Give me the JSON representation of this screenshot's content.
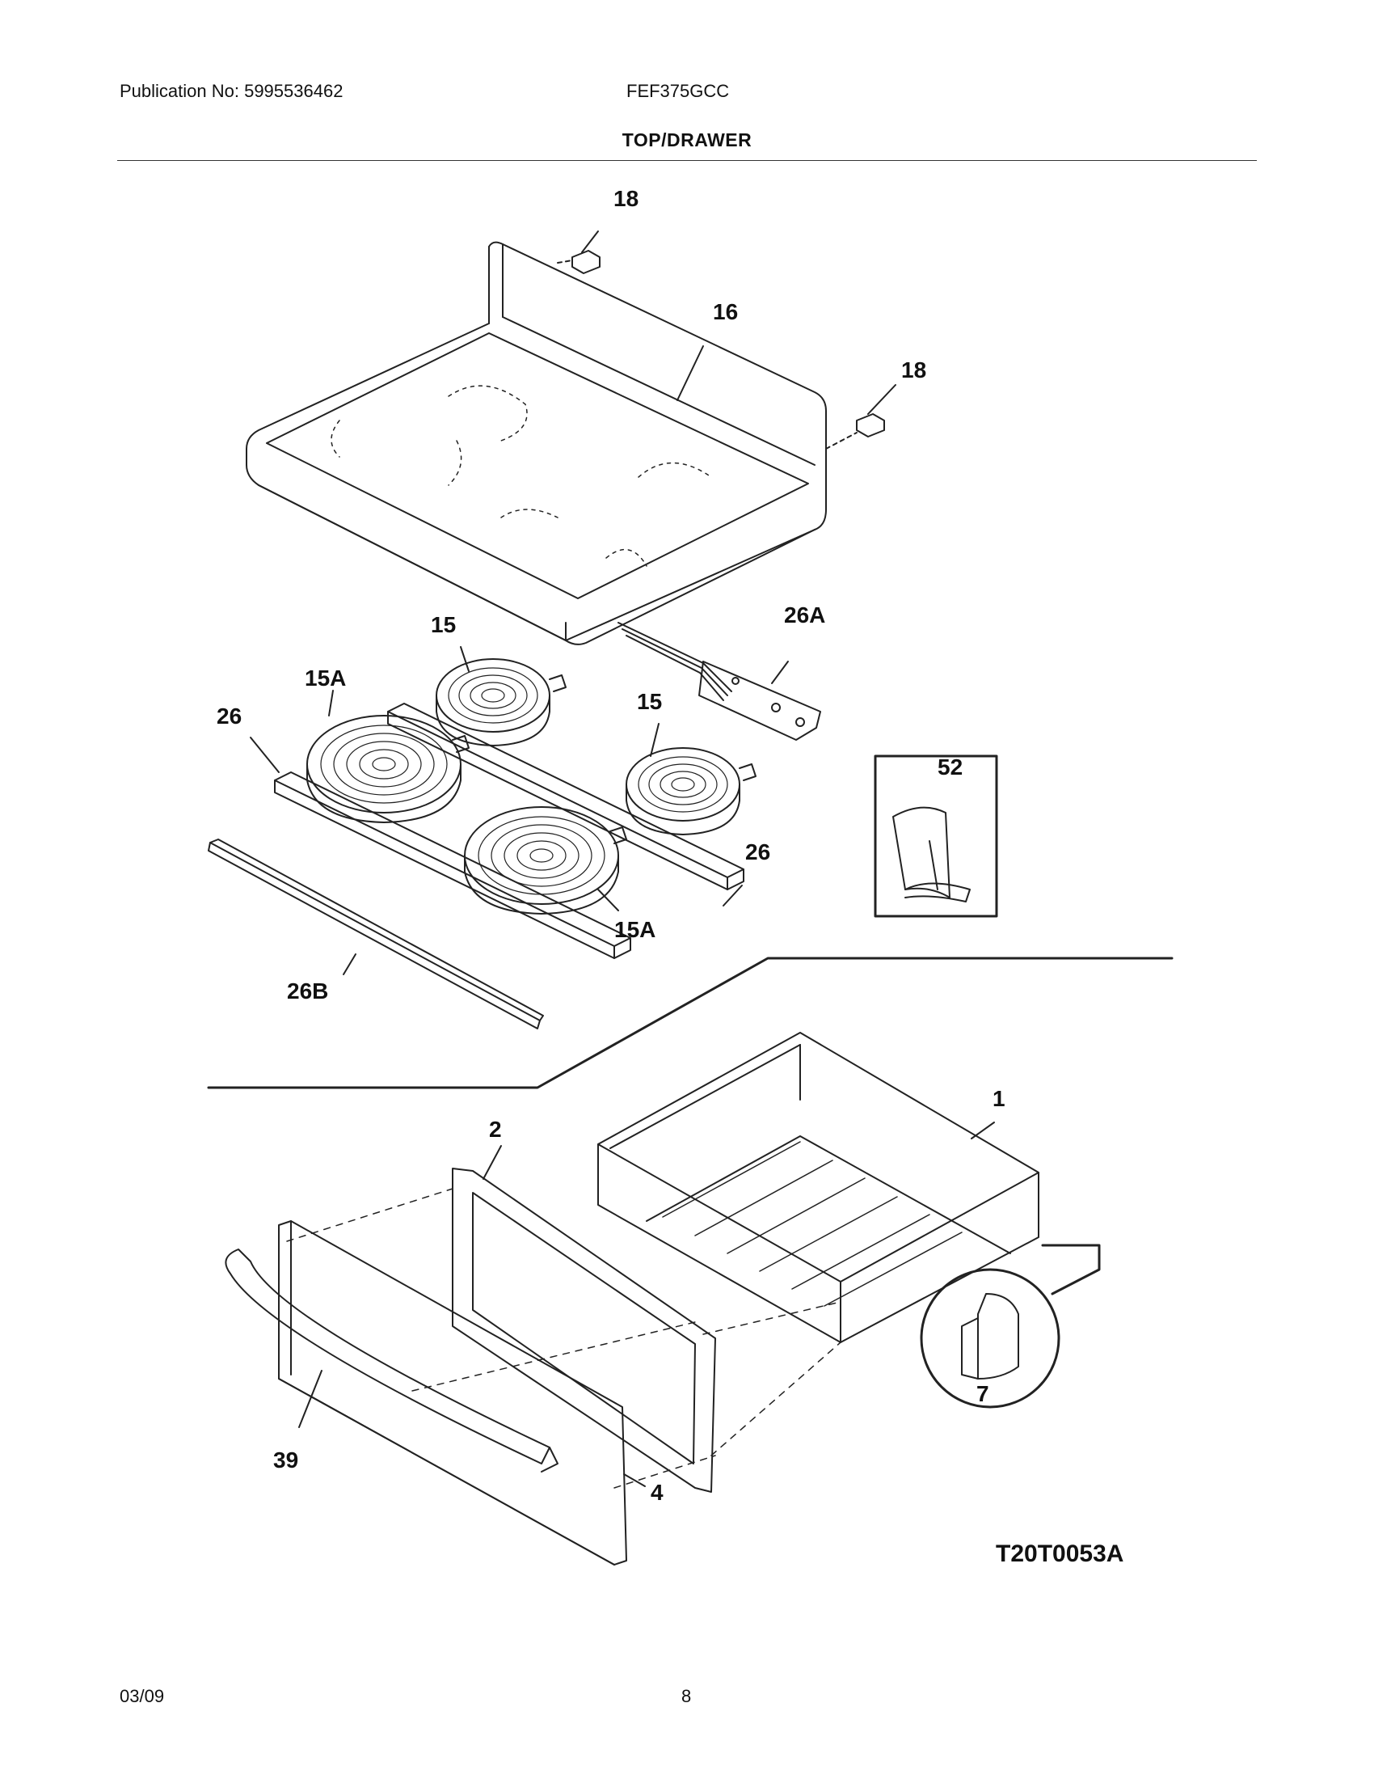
{
  "header": {
    "publication": "Publication No: 5995536462",
    "model": "FEF375GCC",
    "section_title": "TOP/DRAWER"
  },
  "callouts": {
    "c18a": "18",
    "c16": "16",
    "c18b": "18",
    "c26a": "26A",
    "c15a": "15",
    "c15b": "15",
    "c15A_a": "15A",
    "c15A_b": "15A",
    "c26_left": "26",
    "c26_right": "26",
    "c26b": "26B",
    "c52": "52",
    "c1": "1",
    "c2": "2",
    "c7": "7",
    "c39": "39",
    "c4": "4"
  },
  "diagram_code": "T20T0053A",
  "footer": {
    "date": "03/09",
    "page": "8"
  }
}
